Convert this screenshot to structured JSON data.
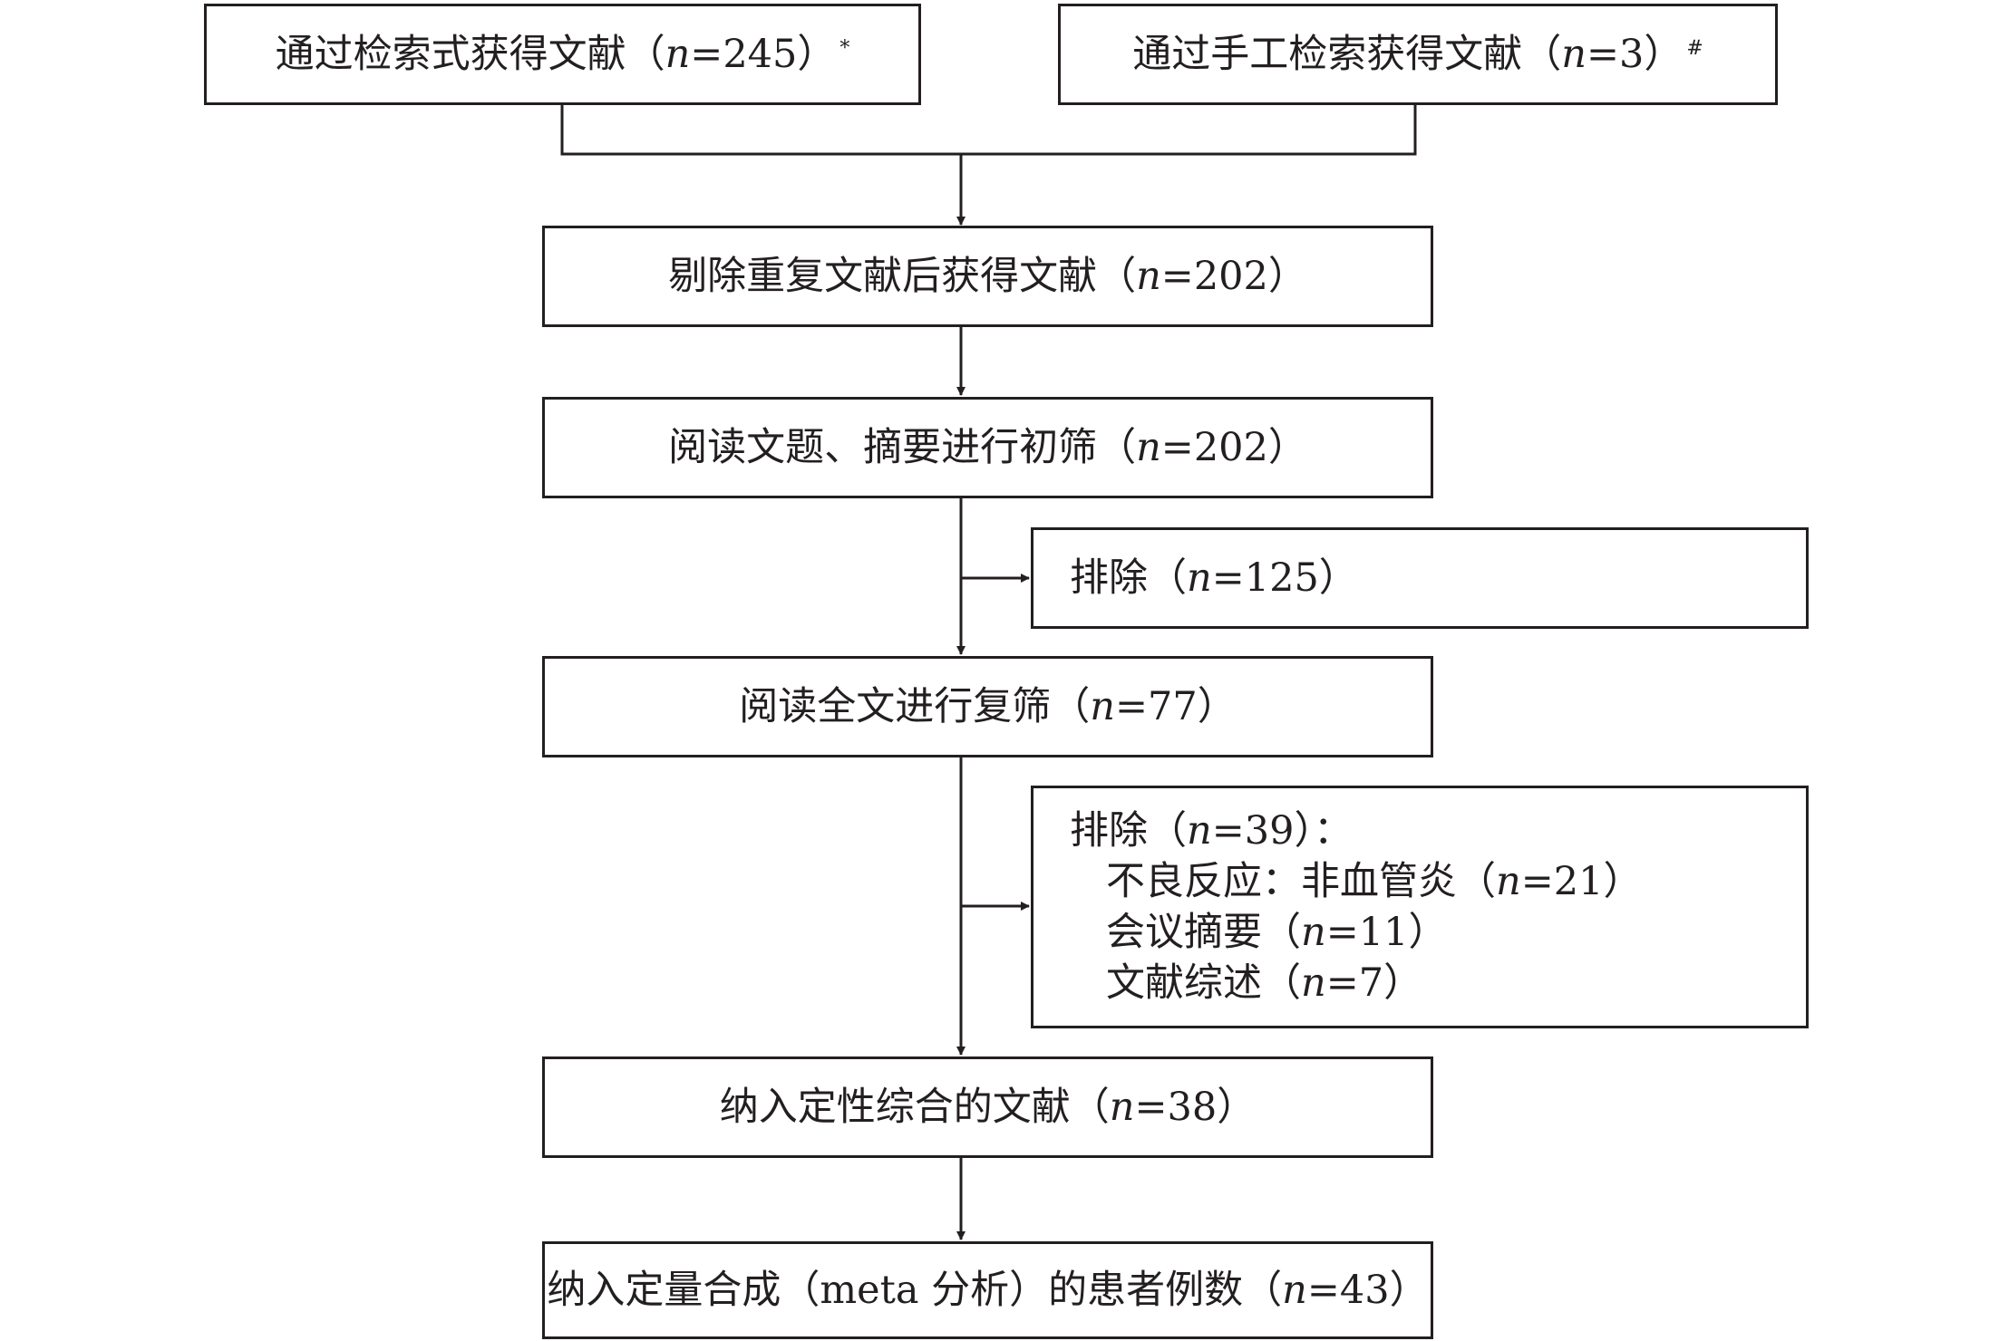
{
  "boxes": {
    "search": {
      "prefix": "通过检索式获得文献（",
      "n_label": "n",
      "value": "=245）",
      "mark": "*"
    },
    "manual": {
      "prefix": "通过手工检索获得文献（",
      "n_label": "n",
      "value": "=3）",
      "mark": "#"
    },
    "dedup": {
      "prefix": "剔除重复文献后获得文献（",
      "n_label": "n",
      "value": "=202）"
    },
    "title_screen": {
      "prefix": "阅读文题、摘要进行初筛（",
      "n_label": "n",
      "value": "=202）"
    },
    "exclude1": {
      "prefix": "排除（",
      "n_label": "n",
      "value": "=125）"
    },
    "fulltext": {
      "prefix": "阅读全文进行复筛（",
      "n_label": "n",
      "value": "=77）"
    },
    "exclude2": {
      "header": {
        "prefix": "排除（",
        "n_label": "n",
        "value": "=39）："
      },
      "reasons": [
        {
          "prefix": "不良反应：非血管炎（",
          "n_label": "n",
          "value": "=21）"
        },
        {
          "prefix": "会议摘要（",
          "n_label": "n",
          "value": "=11）"
        },
        {
          "prefix": "文献综述（",
          "n_label": "n",
          "value": "=7）"
        }
      ]
    },
    "qualitative": {
      "prefix": "纳入定性综合的文献（",
      "n_label": "n",
      "value": "=38）"
    },
    "quantitative": {
      "prefix": "纳入定量合成（meta 分析）的患者例数（",
      "n_label": "n",
      "value": "=43）"
    }
  }
}
